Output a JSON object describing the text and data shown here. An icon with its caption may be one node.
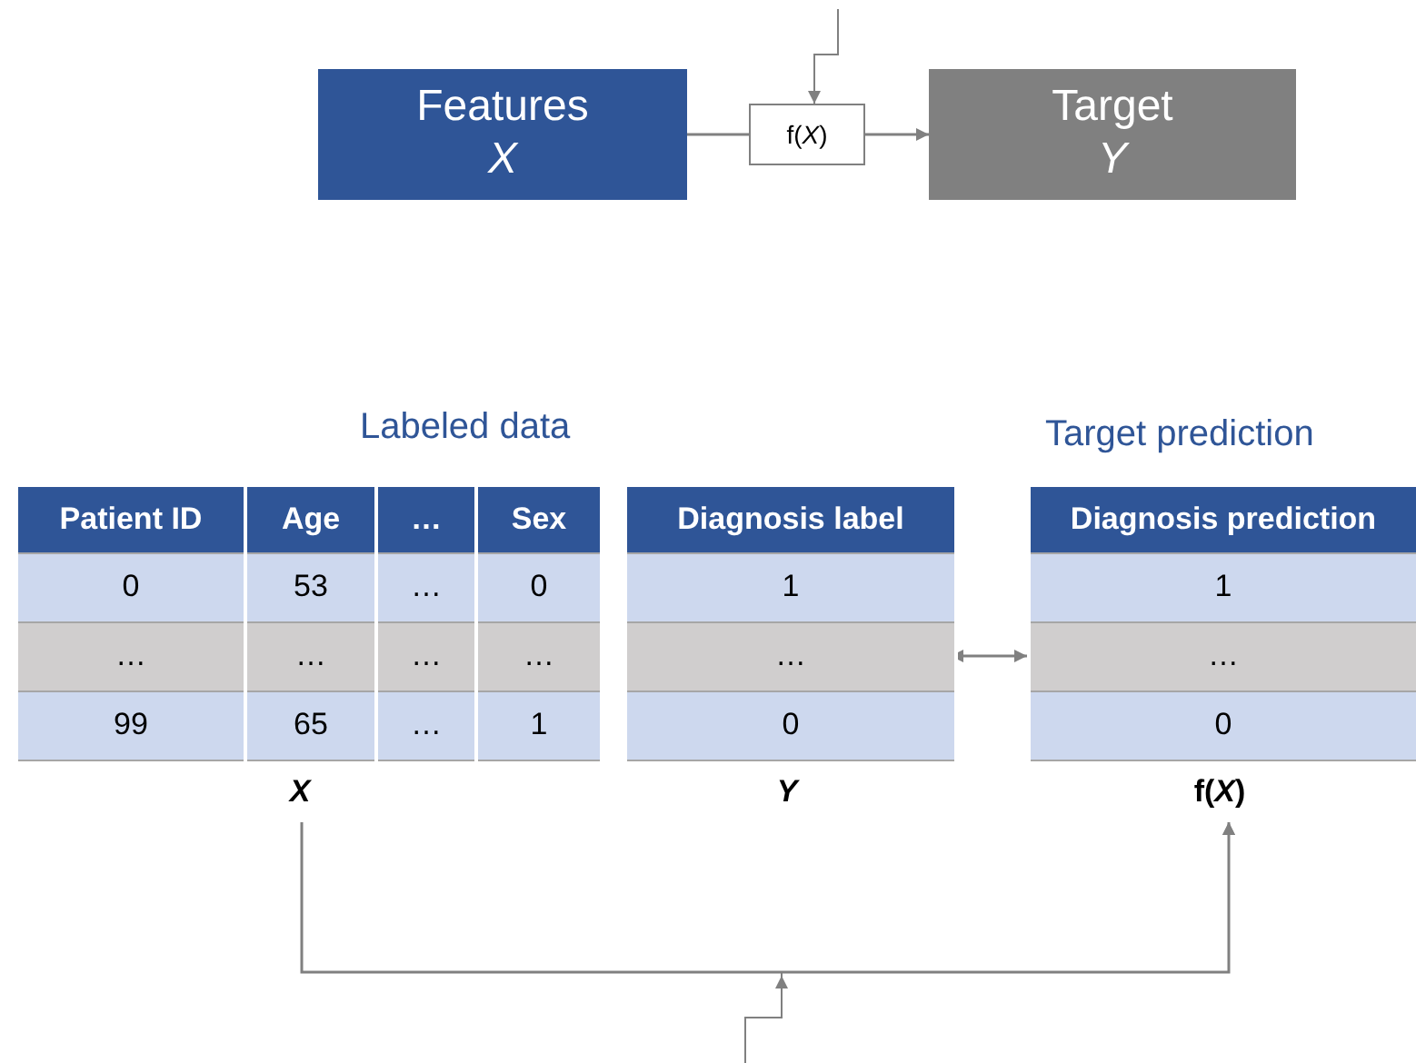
{
  "diagram": {
    "nodes": [
      {
        "text": [
          "Features",
          "X"
        ]
      },
      {
        "text": [
          "f(*X*)"
        ]
      },
      {
        "text": [
          "Target",
          "Y"
        ]
      },
      {
        "text": [
          "Patient ID",
          "Age",
          "…",
          "Sex",
          "0",
          "53",
          "…",
          "0",
          "…",
          "…",
          "…",
          "…",
          "99",
          "65",
          "…",
          "1"
        ],
        "beside": [
          "X"
        ]
      },
      {
        "text": [
          "Diagnosis label",
          "1",
          "…",
          "0"
        ],
        "beside": [
          "Y"
        ]
      },
      {
        "text": [
          "Diagnosis prediction",
          "1",
          "…",
          "0"
        ],
        "beside": [
          "f(*X*)"
        ]
      }
    ],
    "edges": [
      {
        "from": 0,
        "to": 1,
        "arrow": "none"
      },
      {
        "from": 1,
        "to": 2,
        "arrow": "to"
      },
      {
        "from": null,
        "to": 1,
        "arrow": "to"
      },
      {
        "from": 4,
        "to": 5,
        "arrow": "both"
      },
      {
        "from": 3,
        "to": 5,
        "arrow": "to"
      },
      {
        "from": null,
        "to": 5,
        "arrow": "to"
      }
    ],
    "labels": [
      "Labeled data",
      "Target prediction"
    ]
  }
}
